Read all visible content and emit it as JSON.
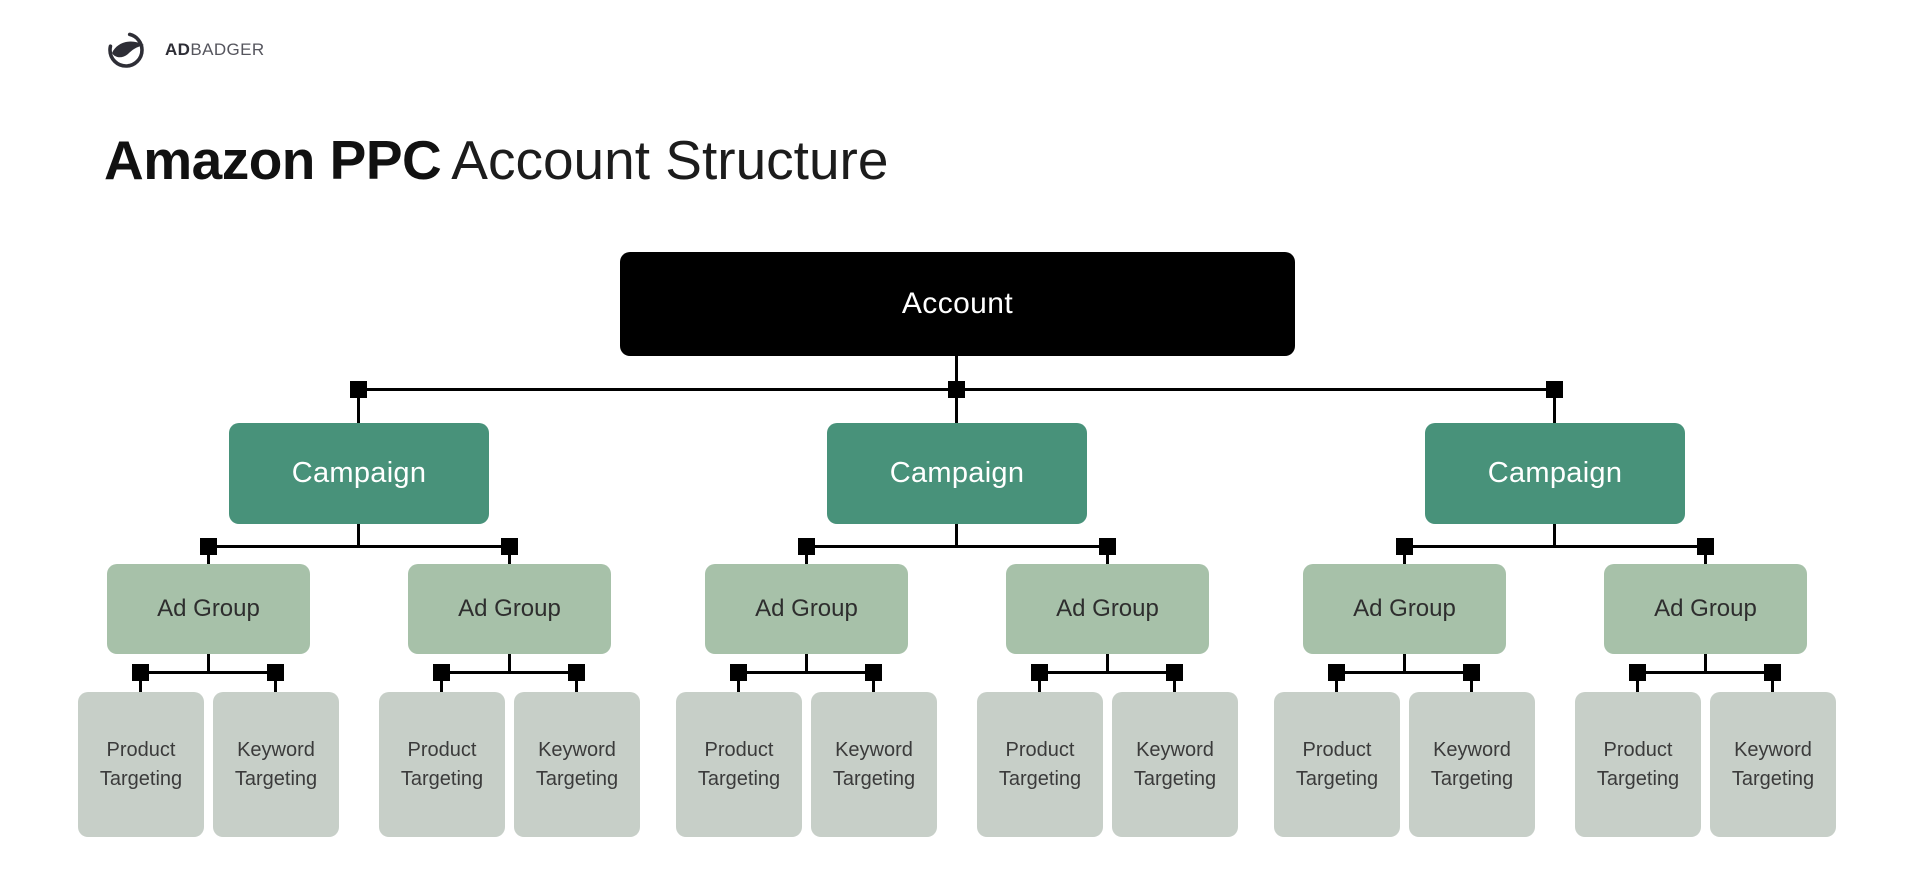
{
  "brand": {
    "name_bold": "AD",
    "name_light": "BADGER"
  },
  "title": {
    "bold": "Amazon PPC",
    "light": "Account Structure"
  },
  "colors": {
    "account_fill": "#000000",
    "account_text": "#ffffff",
    "campaign_fill": "#48927a",
    "campaign_text": "#ffffff",
    "ad_group_fill": "#a7c1a9",
    "ad_group_text": "#2e2e2e",
    "targeting_fill": "#c7cfc8",
    "targeting_text": "#3b3b3b",
    "connector": "#000000",
    "background": "#ffffff"
  },
  "diagram": {
    "account": {
      "label": "Account"
    },
    "campaigns": [
      {
        "label": "Campaign",
        "ad_groups": [
          {
            "label": "Ad Group",
            "targetings": [
              "Product Targeting",
              "Keyword Targeting"
            ]
          },
          {
            "label": "Ad Group",
            "targetings": [
              "Product Targeting",
              "Keyword Targeting"
            ]
          }
        ]
      },
      {
        "label": "Campaign",
        "ad_groups": [
          {
            "label": "Ad Group",
            "targetings": [
              "Product Targeting",
              "Keyword Targeting"
            ]
          },
          {
            "label": "Ad Group",
            "targetings": [
              "Product Targeting",
              "Keyword Targeting"
            ]
          }
        ]
      },
      {
        "label": "Campaign",
        "ad_groups": [
          {
            "label": "Ad Group",
            "targetings": [
              "Product Targeting",
              "Keyword Targeting"
            ]
          },
          {
            "label": "Ad Group",
            "targetings": [
              "Product Targeting",
              "Keyword Targeting"
            ]
          }
        ]
      }
    ]
  }
}
